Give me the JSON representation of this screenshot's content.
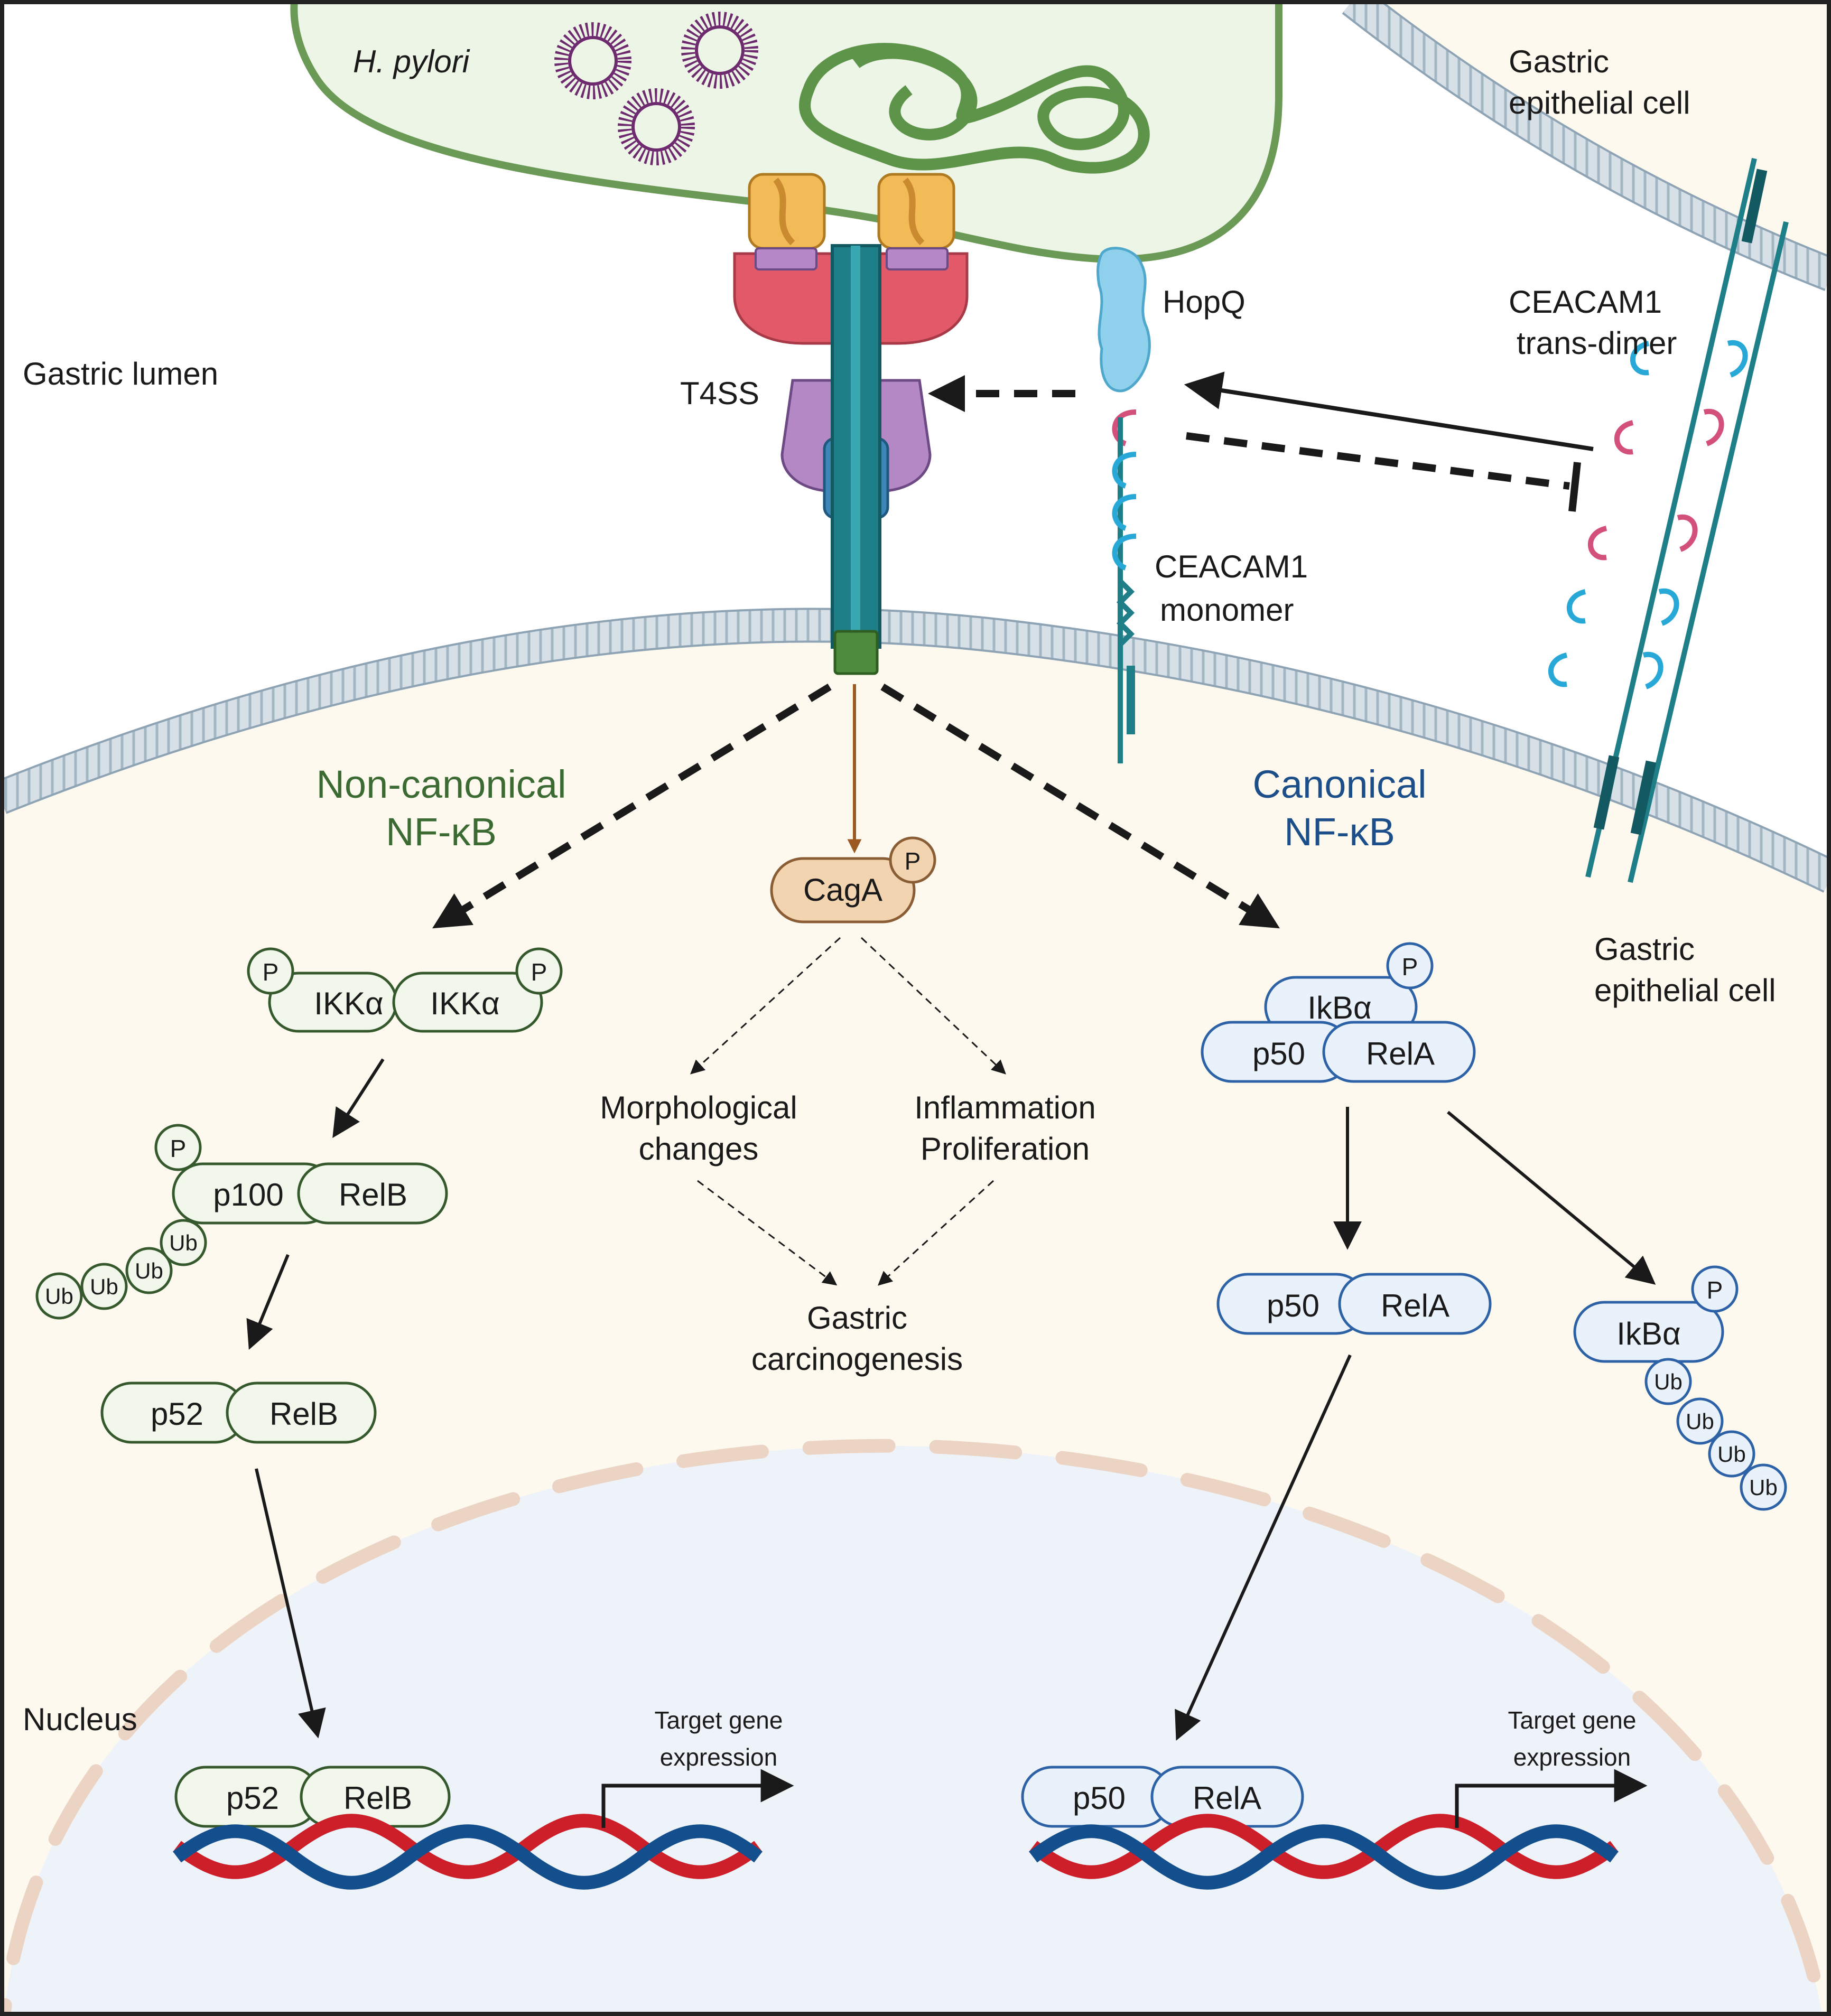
{
  "colors": {
    "border": "#222222",
    "lumen": "#ffffff",
    "cytoplasm": "#fdf9ef",
    "nucleus": "#eef3f9",
    "membrane_fill": "#d4dde4",
    "membrane_line": "#9aaebd",
    "bacterium_fill": "#edf5e6",
    "bacterium_stroke": "#6a9a55",
    "dna_coil": "#5e9449",
    "green_text": "#3b6b32",
    "green_stroke": "#35592c",
    "green_fill": "#f2f7ec",
    "blue_text": "#1c4f8a",
    "blue_stroke": "#2d62a6",
    "blue_fill": "#e9f1fb",
    "caga_fill": "#f3d4b0",
    "caga_stroke": "#8a5d34",
    "caga_arrow": "#9c5a22",
    "teal": "#1f7f88",
    "ceacam_blue": "#28a8d6",
    "ceacam_pink": "#d3507a",
    "hopq": "#8fd0ec",
    "dna_red": "#cc1f2a",
    "dna_blue": "#134f8d",
    "nuclear_envelope": "#ecd4c4"
  },
  "labels": {
    "h_pylori": "H. pylori",
    "gastric_cell_top": "Gastric epithelial cell",
    "gastric_cell_top_l1": "Gastric",
    "gastric_cell_top_l2": "epithelial cell",
    "gastric_lumen": "Gastric lumen",
    "t4ss": "T4SS",
    "hopq": "HopQ",
    "ceacam1_trans_l1": "CEACAM1",
    "ceacam1_trans_l2": "trans-dimer",
    "ceacam1_mono_l1": "CEACAM1",
    "ceacam1_mono_l2": "monomer",
    "noncanonical_l1": "Non-canonical",
    "noncanonical_l2": "NF-κB",
    "canonical_l1": "Canonical",
    "canonical_l2": "NF-κB",
    "gastric_cell_right_l1": "Gastric",
    "gastric_cell_right_l2": "epithelial cell",
    "morph_l1": "Morphological",
    "morph_l2": "changes",
    "infl_l1": "Inflammation",
    "infl_l2": "Proliferation",
    "carcino_l1": "Gastric",
    "carcino_l2": "carcinogenesis",
    "nucleus": "Nucleus",
    "target_l1": "Target gene",
    "target_l2": "expression"
  },
  "proteins": {
    "caga": "CagA",
    "p": "P",
    "ikka": "IKKα",
    "p100": "p100",
    "relb": "RelB",
    "p52": "p52",
    "ub": "Ub",
    "ikba": "IkBα",
    "p50": "p50",
    "rela": "RelA"
  },
  "icons": {
    "bacterium": "h-pylori-bacterium",
    "secretion_system": "t4ss-complex",
    "adhesin": "hopq-adhesin",
    "receptor": "ceacam1-receptor",
    "dna": "dna-double-helix"
  }
}
